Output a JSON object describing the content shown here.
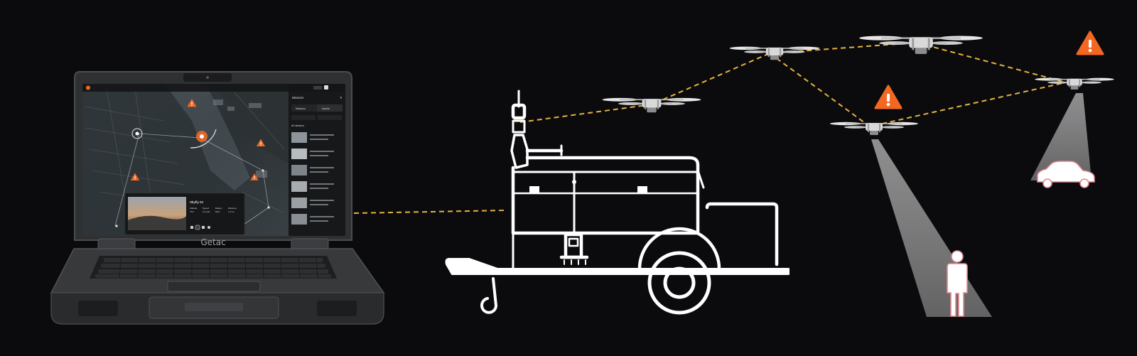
{
  "laptop": {
    "brand": "Getac",
    "screen": {
      "panel_title": "Missions",
      "tabs": [
        "Missions",
        "Assets"
      ],
      "list_header": "All missions",
      "video_title": "Skyfly 02",
      "video_stats": [
        {
          "label": "Altitude",
          "value": "75 ft"
        },
        {
          "label": "Speed",
          "value": "12 mph"
        },
        {
          "label": "Battery",
          "value": "84%"
        },
        {
          "label": "Distance",
          "value": "1.2 mi"
        }
      ]
    }
  },
  "icons": {
    "alert": "warning-triangle-icon",
    "person": "person-icon",
    "car": "car-icon"
  },
  "colors": {
    "background": "#0b0b0e",
    "link": "#e3b341",
    "alert": "#f26722",
    "outline": "#ffffff",
    "beam": "#bdbdbd"
  }
}
